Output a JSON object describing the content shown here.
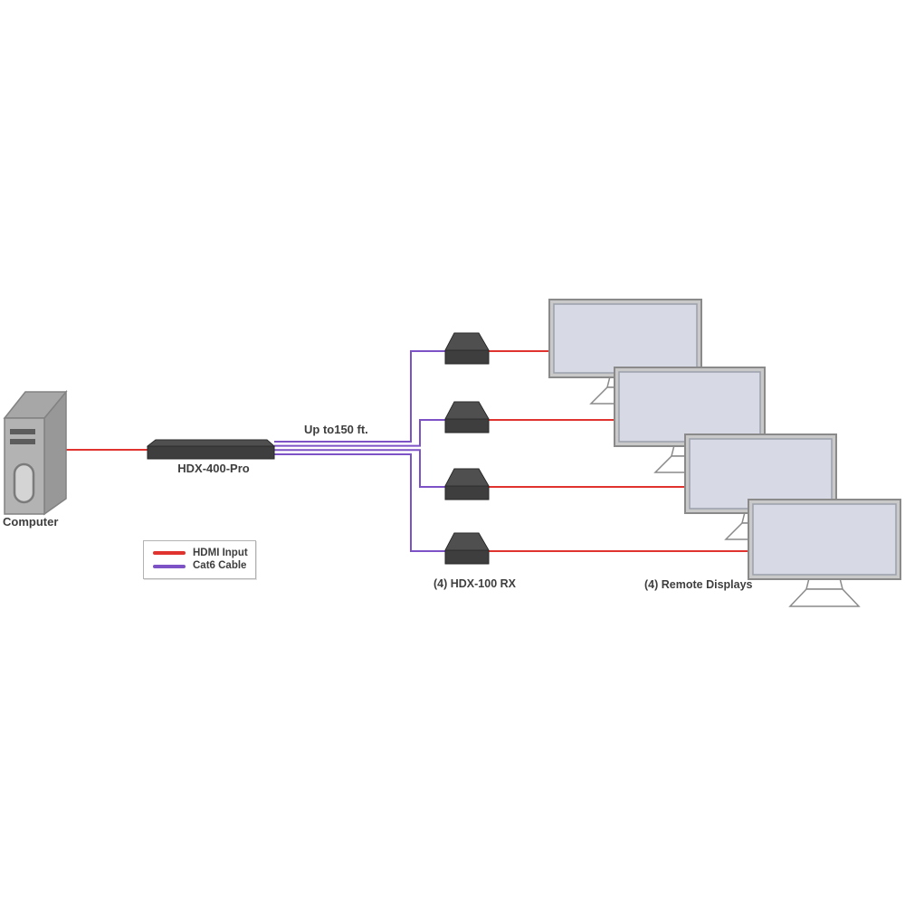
{
  "labels": {
    "computer": "Computer",
    "transmitter": "HDX-400-Pro",
    "cable_distance": "Up to150 ft.",
    "receivers": "(4) HDX-100 RX",
    "remote_displays": "(4) Remote Displays"
  },
  "legend": {
    "items": [
      {
        "label": "HDMI Input",
        "color": "#e0322e"
      },
      {
        "label": "Cat6 Cable",
        "color": "#7d52c6"
      }
    ]
  },
  "colors": {
    "hdmi_red": "#e0322e",
    "cat6_purple": "#7d52c6",
    "text": "#3e3e3e"
  }
}
